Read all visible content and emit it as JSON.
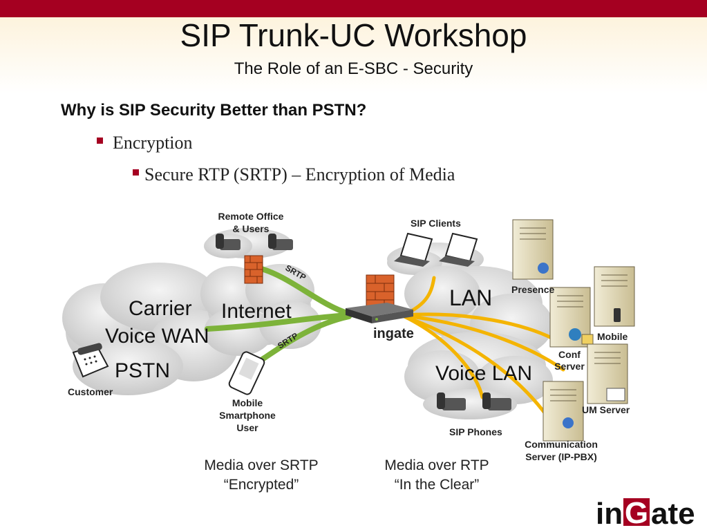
{
  "header": {
    "title": "SIP Trunk-UC Workshop",
    "subtitle": "The Role of an E-SBC - Security"
  },
  "content": {
    "heading": "Why is SIP Security Better than PSTN?",
    "bullet_1": "Encryption",
    "bullet_2": "Secure RTP (SRTP) – Encryption of Media"
  },
  "diagram": {
    "carrier_cloud": [
      "Carrier",
      "Voice WAN",
      "PSTN"
    ],
    "customer": "Customer",
    "internet": "Internet",
    "remote_office": [
      "Remote Office",
      "& Users"
    ],
    "srtp_top": "SRTP",
    "srtp_bottom": "SRTP",
    "mobile_user": [
      "Mobile",
      "Smartphone",
      "User"
    ],
    "sip_clients": "SIP Clients",
    "lan": "LAN",
    "voice_lan": "Voice LAN",
    "sip_phones": "SIP Phones",
    "presence": "Presence",
    "mobile_server": "Mobile",
    "conf_server": [
      "Conf",
      "Server"
    ],
    "um_server": "UM Server",
    "comm_server": [
      "Communication",
      "Server (IP-PBX)"
    ],
    "device_logo": "ingate",
    "caption_left": [
      "Media over SRTP",
      "“Encrypted”"
    ],
    "caption_right": [
      "Media over RTP",
      "“In the Clear”"
    ]
  },
  "footer": {
    "logo_prefix": "in",
    "logo_letter": "G",
    "logo_suffix": "ate"
  },
  "colors": {
    "brand_red": "#a50021",
    "srtp_green": "#7db33a",
    "rtp_yellow": "#f4b400"
  }
}
